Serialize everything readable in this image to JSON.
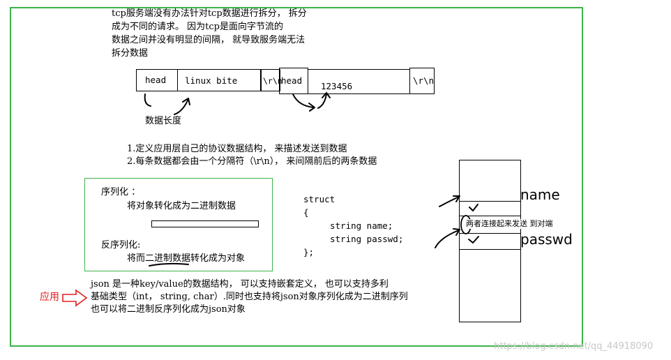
{
  "intro": {
    "line1": "tcp服务端没有办法针对tcp数据进行拆分， 拆分",
    "line2": "成为不同的请求。 因为tcp是面向字节流的",
    "line3": "数据之间并没有明显的间隔， 就导致服务端无法",
    "line4": "拆分数据"
  },
  "packet": {
    "head1": "head",
    "body1": "linux bite",
    "sep1": "\\r\\n",
    "head2": "head",
    "body2": "123456",
    "sep2": "\\r\\n",
    "length_label": "数据长度"
  },
  "rules": {
    "rule1": "1.定义应用层自己的协议数据结构， 来描述发送到数据",
    "rule2": "2.每条数据都会由一个分隔符（\\r\\n）， 来间隔前后的两条数据"
  },
  "serialize": {
    "title": "序列化 ：",
    "desc": "将对象转化成为二进制数据",
    "rtitle": "反序列化:",
    "rdesc": "将而二进制数据转化成为对象"
  },
  "struct_code": {
    "l1": "struct",
    "l2": "{",
    "l3": "string name;",
    "l4": "string passwd;",
    "l5": "};"
  },
  "memory": {
    "name": "name",
    "passwd": "passwd",
    "note": "两者连接起来发送 到对端"
  },
  "json": {
    "label": "应用",
    "line1": "json 是一种key/value的数据结构， 可以支持嵌套定义， 也可以支持多利",
    "line2": "基础类型（int， string, char）.同时也支持将json对象序列化成为二进制序列",
    "line3": "也可以将二进制反序列化成为json对象"
  },
  "watermark": "https://blog.csdn.net/qq_44918090"
}
